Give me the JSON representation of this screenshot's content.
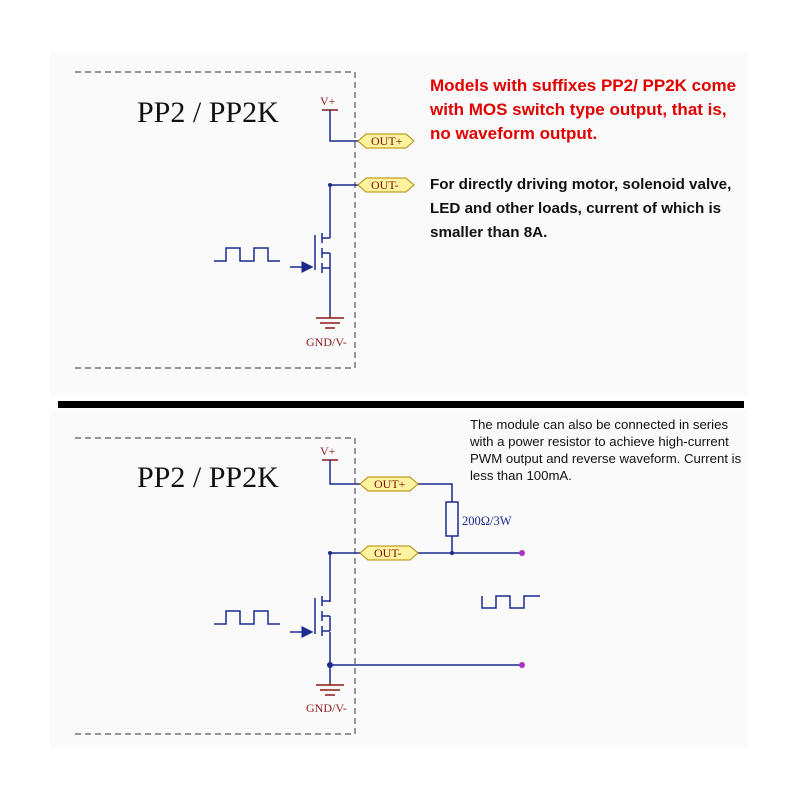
{
  "top": {
    "title": "PP2 / PP2K",
    "vplus": "V+",
    "out_plus": "OUT+",
    "out_minus": "OUT-",
    "gnd": "GND/V-",
    "note_red": "Models with suffixes PP2/ PP2K come with MOS switch type output, that is, no waveform output.",
    "note_black": "For directly driving motor, solenoid valve, LED and other loads, current of which is smaller than 8A."
  },
  "bottom": {
    "title": "PP2 / PP2K",
    "vplus": "V+",
    "out_plus": "OUT+",
    "out_minus": "OUT-",
    "gnd": "GND/V-",
    "resistor": "200Ω/3W",
    "note": "The module can also be connected in series with a power resistor to achieve high-current PWM output and reverse waveform. Current is less than 100mA."
  },
  "colors": {
    "wire": "#1b2a8f",
    "dash": "#333333",
    "tag_fill": "#fff3a0",
    "tag_stroke": "#b08a00",
    "ground": "#8b1a1a",
    "node": "#b030c0",
    "note_red": "#e00000"
  }
}
